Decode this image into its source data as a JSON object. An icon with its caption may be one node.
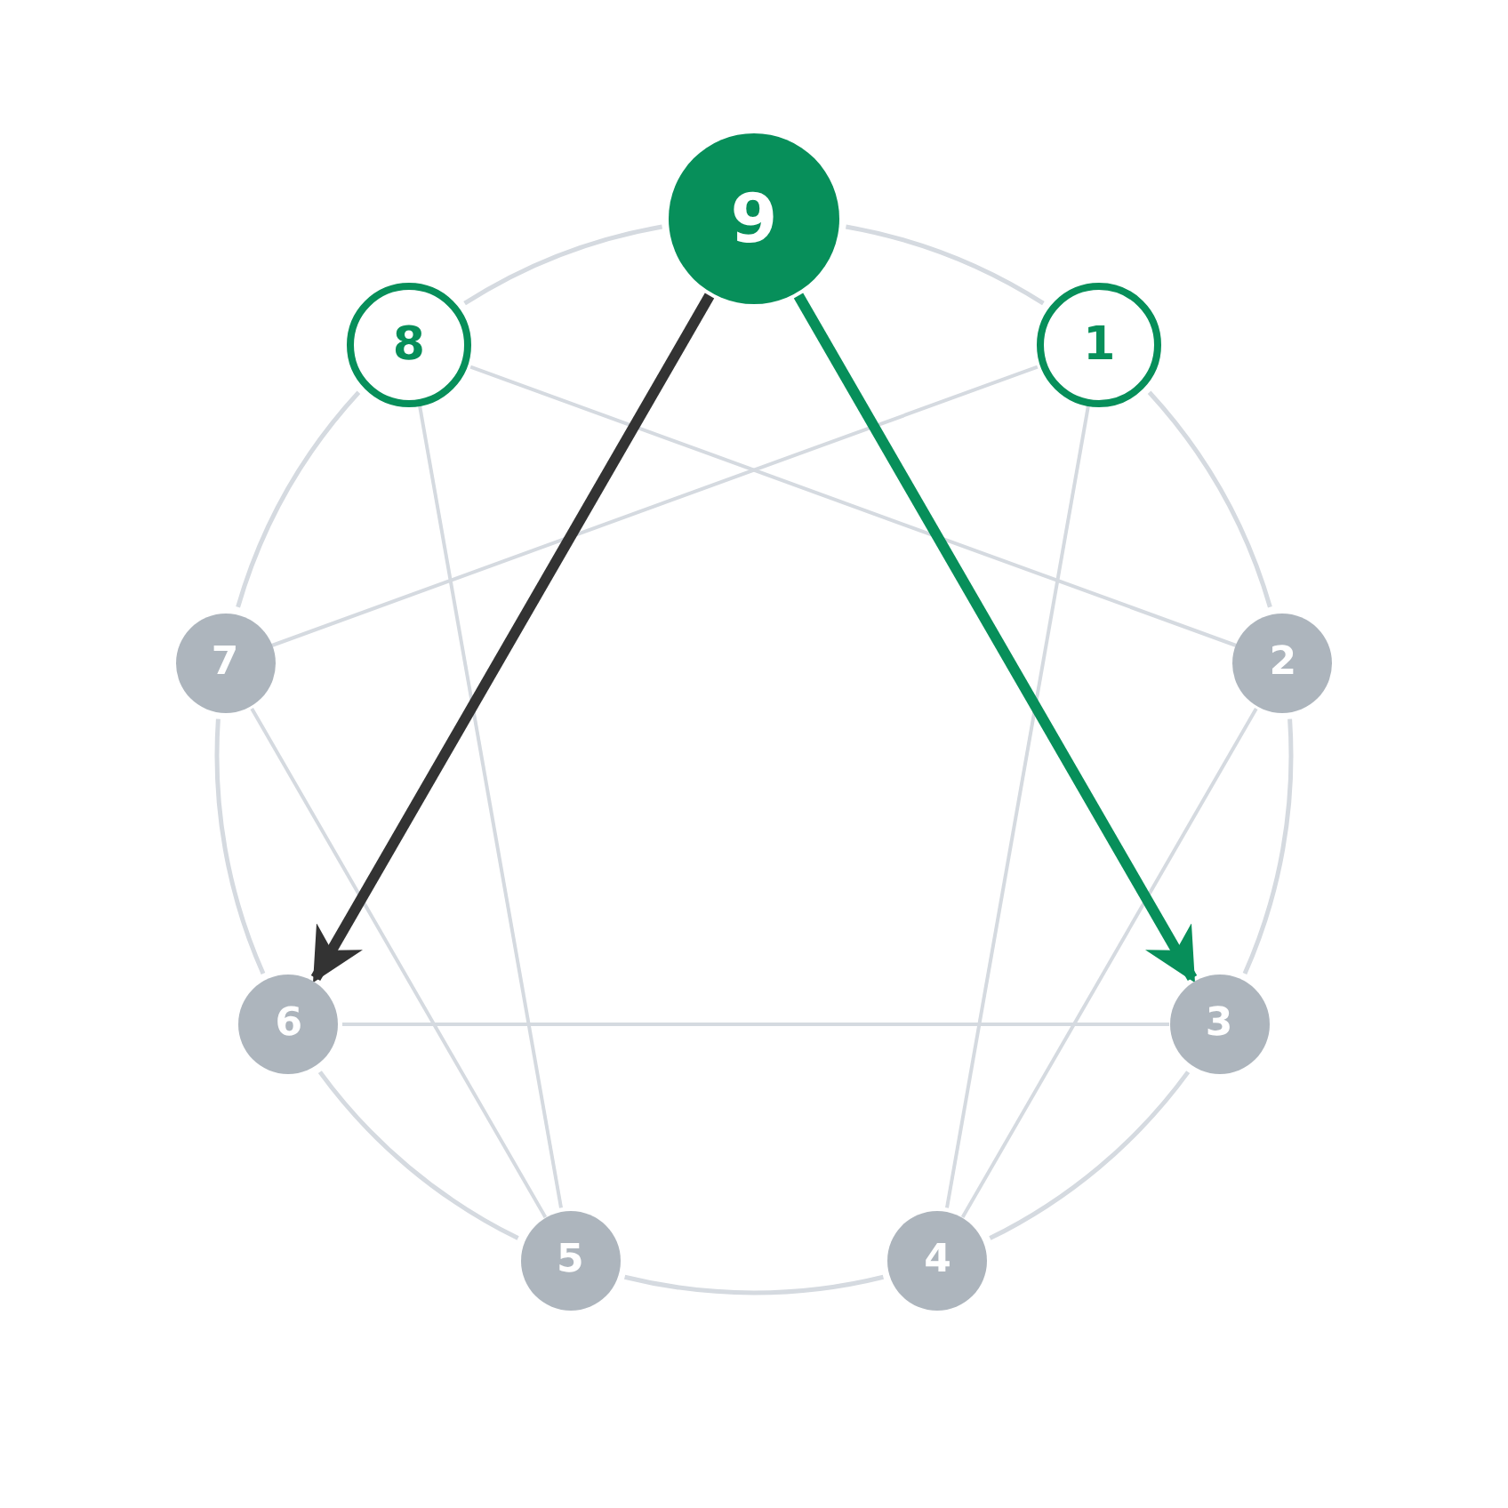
{
  "diagram": {
    "nodes": [
      {
        "text": [
          "9"
        ]
      },
      {
        "text": [
          "8"
        ]
      },
      {
        "text": [
          "1"
        ]
      },
      {
        "text": [
          "7"
        ]
      },
      {
        "text": [
          "2"
        ]
      },
      {
        "text": [
          "6"
        ]
      },
      {
        "text": [
          "3"
        ]
      },
      {
        "text": [
          "5"
        ]
      },
      {
        "text": [
          "4"
        ]
      }
    ],
    "edges": [
      {
        "from": 0,
        "to": 2,
        "arrow": "none"
      },
      {
        "from": 2,
        "to": 4,
        "arrow": "none"
      },
      {
        "from": 4,
        "to": 6,
        "arrow": "none"
      },
      {
        "from": 6,
        "to": 8,
        "arrow": "none"
      },
      {
        "from": 8,
        "to": 7,
        "arrow": "none"
      },
      {
        "from": 7,
        "to": 5,
        "arrow": "none"
      },
      {
        "from": 5,
        "to": 3,
        "arrow": "none"
      },
      {
        "from": 3,
        "to": 1,
        "arrow": "none"
      },
      {
        "from": 1,
        "to": 0,
        "arrow": "none"
      },
      {
        "from": 2,
        "to": 8,
        "arrow": "none"
      },
      {
        "from": 8,
        "to": 4,
        "arrow": "none"
      },
      {
        "from": 4,
        "to": 1,
        "arrow": "none"
      },
      {
        "from": 1,
        "to": 7,
        "arrow": "none"
      },
      {
        "from": 7,
        "to": 3,
        "arrow": "none"
      },
      {
        "from": 3,
        "to": 2,
        "arrow": "none"
      },
      {
        "from": 0,
        "to": 6,
        "arrow": "to",
        "style": "thick",
        "color": "#078f5a"
      },
      {
        "from": 0,
        "to": 5,
        "arrow": "to",
        "style": "thick",
        "color": "#333333"
      },
      {
        "from": 6,
        "to": 5,
        "arrow": "none"
      }
    ]
  }
}
